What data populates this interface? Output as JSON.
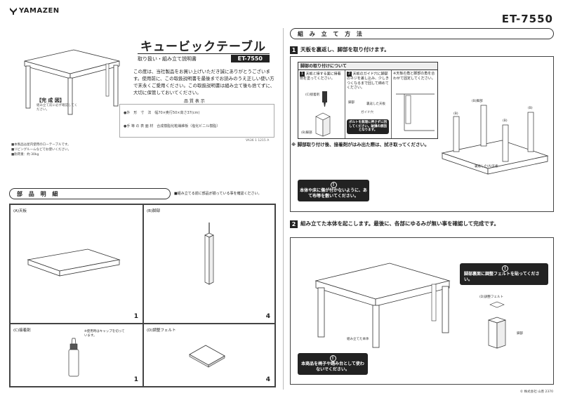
{
  "brand": {
    "name": "YAMAZEN"
  },
  "model_code": "ET-7550",
  "title": "キュービックテーブル",
  "subtitle": {
    "text": "取り扱い・組み立て説明書",
    "model": "ET-7550"
  },
  "intro": "この度は、当社製品をお買い上げいただき誠にありがとうございます。使用前に、この取扱説明書を最後までお読みのうえ正しい使い方で末永くご愛用ください。この取扱説明書は組み立て後も捨てずに、大切に保管しておいてください。",
  "spec": {
    "title": "品 質 表 示",
    "lines": [
      "●外　形　寸　法　幅70×奥行50×高さ37(cm)",
      "●手 等 の 表 面 材　合成樹脂化粧繊維板（塩化ビニル樹脂）"
    ]
  },
  "version_code": "VA36 1 1215 A",
  "completed": {
    "label": "【完 成 図】",
    "note": "組み立て前に必ず確認してください。"
  },
  "notes": [
    "■本製品は屋内使用のローテーブルです。",
    "■リビングルームなどでお使いください。",
    "■耐荷重：約 30kg"
  ],
  "parts": {
    "header": "部 品 明 細",
    "note": "■組み立てる前に部品が揃っている事を確認ください。",
    "items": [
      {
        "label": "(A)天板",
        "qty": "1"
      },
      {
        "label": "(B)脚部",
        "qty": "4"
      },
      {
        "label": "(C)接着剤",
        "qty": "1",
        "note": "※使用時はキャップを切っています。"
      },
      {
        "label": "(D)調整フェルト",
        "qty": "4"
      }
    ]
  },
  "assembly": {
    "header": "組 み 立 て 方 法",
    "step1": {
      "num": "1",
      "text": "天板を裏返し、脚部を取り付けます。",
      "inset_title": "脚部の取り付けについて",
      "col1_num": "1",
      "col1": "天板と接する面に接着剤を塗ってください。",
      "col1_lbl1": "(C)接着剤",
      "col1_lbl2": "(B)脚部",
      "col2_num": "2",
      "col2": "天板のガイド穴に脚部のネジを差し込み、少しきつくなるまで回して締めてください。",
      "col2_lbl1": "脚部",
      "col2_lbl2": "裏返した天板",
      "col2_lbl3": "ガイド穴",
      "col2_warn": "ボルトを無理に押さずに回してください。破損の原因となります。",
      "col3": "※天板の角と脚部の角を合わせて固定してください。",
      "caution": "※ 脚部取り付け後、接着剤がはみ出た際は、拭き取ってください。",
      "warn": "本体や床に傷が付かないように、あて布等を敷いてください。",
      "leg_label": "(B)脚部",
      "leg_b": "(B)",
      "top_label": "裏返した(A)天板"
    },
    "step2": {
      "num": "2",
      "text": "組み立てた本体を起こします。最後に、各部にゆるみが無い事を確認して完成です。",
      "body_label": "組み立てた本体",
      "felt_warn": "脚部裏面に調整フェルトを貼ってください。",
      "felt_label": "(D)調整フェルト",
      "leg_label": "脚部",
      "warn": "本商品を椅子や踏み台として使わないでください。"
    }
  },
  "footer": "© 株式会社 山善 2370"
}
